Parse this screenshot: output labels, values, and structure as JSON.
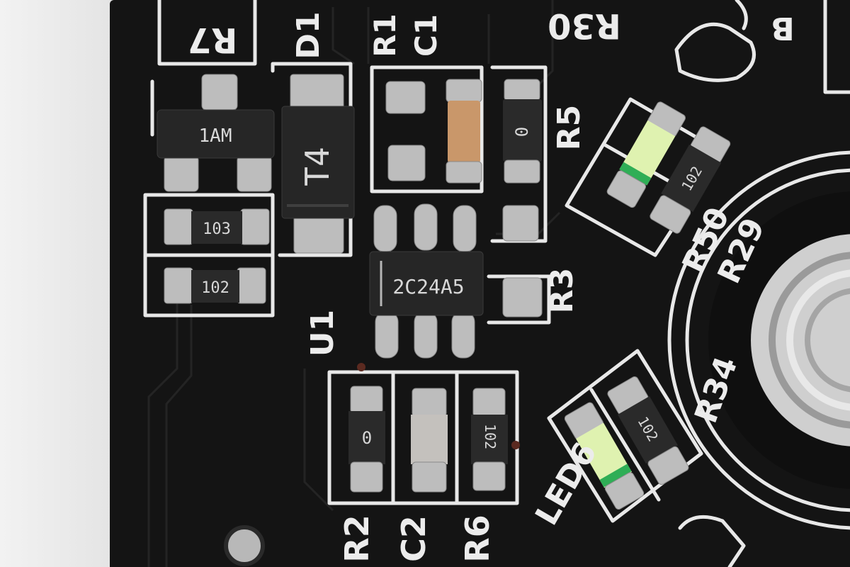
{
  "colors": {
    "board": "#141414",
    "silkscreen": "#e8e8e8",
    "solder": "#bdbdbd",
    "capacitor": "#c9976a",
    "led": "#dff2b0"
  },
  "chips": {
    "transistor_marking": "1AM",
    "diode_marking": "T4",
    "ic_marking": "2C24A5"
  },
  "resistor_codes": {
    "r_103": "103",
    "r_102_a": "102",
    "r_0_a": "0",
    "r_0_b": "0",
    "r_102_b": "102",
    "r_102_c": "102",
    "r_102_d": "102"
  },
  "labels": {
    "r7": "R7",
    "d1": "D1",
    "r1": "R1",
    "c1": "C1",
    "r30": "R30",
    "r5": "R5",
    "r3": "R3",
    "u1": "U1",
    "r2": "R2",
    "c2": "C2",
    "r6": "R6",
    "led6": "LED6",
    "r34": "R34",
    "r29": "R29",
    "r50": "R50",
    "b": "B"
  }
}
